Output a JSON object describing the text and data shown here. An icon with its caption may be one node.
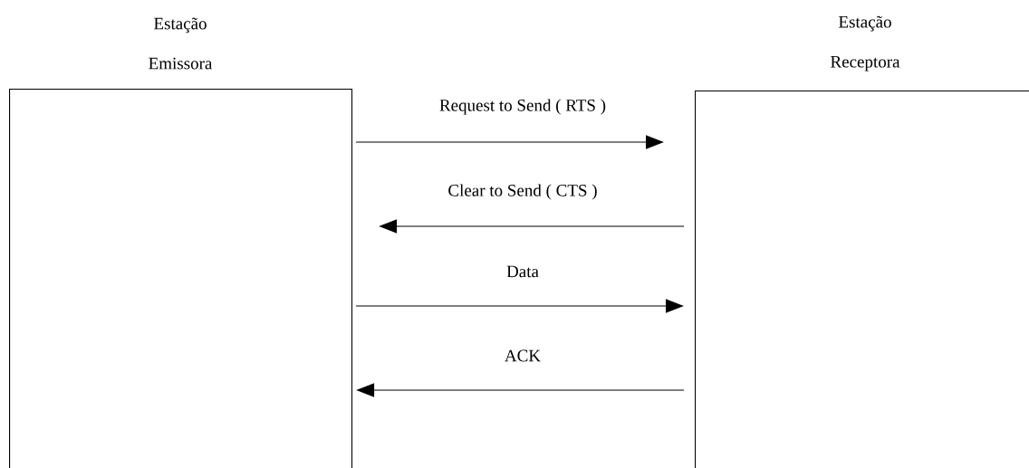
{
  "diagram": {
    "nodes": [
      {
        "text": [
          "Estação Emissora"
        ]
      },
      {
        "text": [
          "Estação Receptora"
        ]
      }
    ],
    "edges": [
      {
        "from": 0,
        "to": 1,
        "arrow": "to",
        "label": "Request to Send ( RTS )"
      },
      {
        "from": 1,
        "to": 0,
        "arrow": "to",
        "label": "Clear to Send ( CTS )"
      },
      {
        "from": 0,
        "to": 1,
        "arrow": "to",
        "label": "Data"
      },
      {
        "from": 1,
        "to": 0,
        "arrow": "to",
        "label": "ACK"
      }
    ]
  }
}
